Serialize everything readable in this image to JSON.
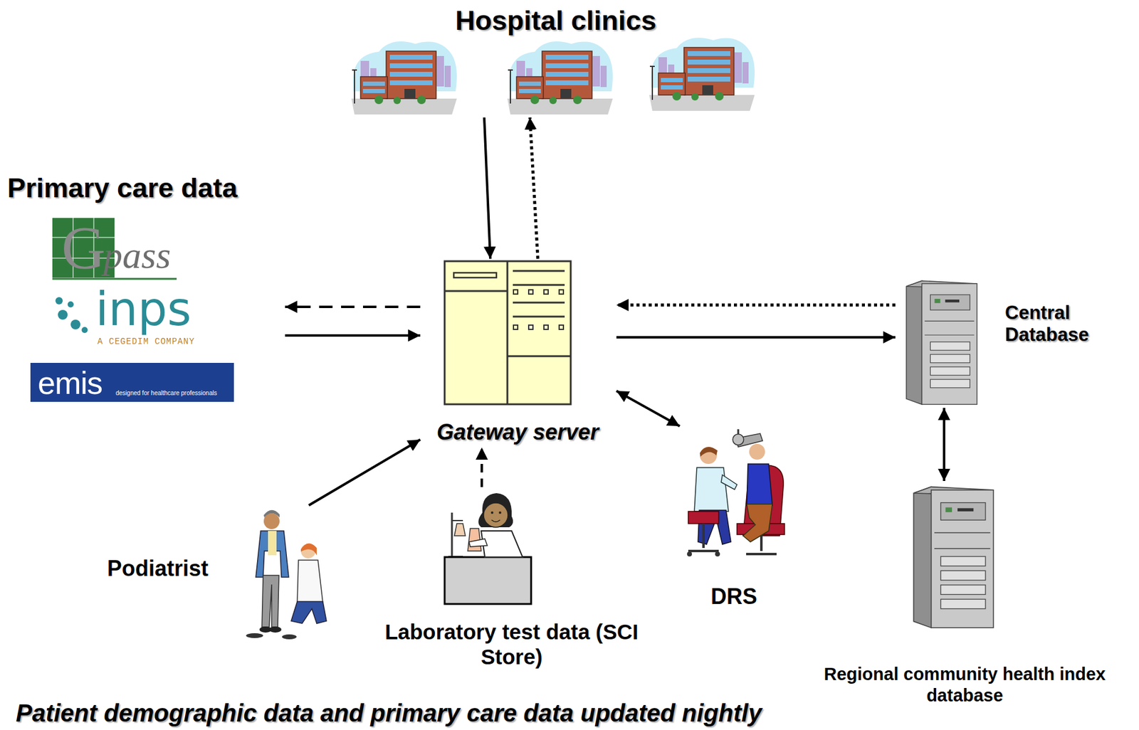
{
  "diagram": {
    "caption": "Patient demographic data and primary care data updated nightly",
    "nodes": [
      {
        "text": [
          "Hospital clinics"
        ]
      },
      {
        "text": [
          "Primary care data"
        ]
      },
      {
        "text": [
          "G",
          "pass"
        ],
        "in": 1
      },
      {
        "text": [
          "emis",
          "designed for healthcare professionals"
        ],
        "in": 1
      },
      {
        "text": [
          "Gateway server"
        ]
      },
      {
        "text": [
          "Central Database"
        ]
      },
      {
        "text": [
          "Podiatrist"
        ]
      },
      {
        "text": [
          "Laboratory test data (SCI Store)"
        ]
      },
      {
        "text": [
          "DRS"
        ]
      },
      {
        "text": [
          "Regional community health index database"
        ]
      }
    ],
    "edges": [
      {
        "from": 0,
        "to": 4,
        "arrow": "to"
      },
      {
        "from": 4,
        "to": 0,
        "arrow": "to"
      },
      {
        "from": 4,
        "to": 1,
        "arrow": "to"
      },
      {
        "from": 1,
        "to": 4,
        "arrow": "to"
      },
      {
        "from": 4,
        "to": 5,
        "arrow": "to"
      },
      {
        "from": 5,
        "to": 4,
        "arrow": "to"
      },
      {
        "from": 6,
        "to": 4,
        "arrow": "to"
      },
      {
        "from": 7,
        "to": 4,
        "arrow": "to"
      },
      {
        "from": 4,
        "to": 8,
        "arrow": "both"
      },
      {
        "from": 5,
        "to": 9,
        "arrow": "both"
      }
    ],
    "labels": [
      "inps",
      "A CEGEDIM COMPANY"
    ]
  }
}
